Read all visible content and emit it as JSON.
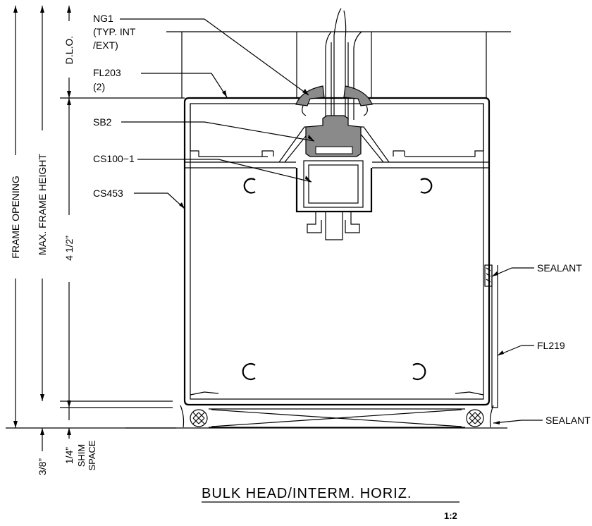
{
  "labels": {
    "ng1": "NG1",
    "ng1_note1": "(TYP. INT",
    "ng1_note2": "/EXT)",
    "fl203": "FL203",
    "fl203_qty": "(2)",
    "sb2": "SB2",
    "cs100": "CS100−1",
    "cs453": "CS453",
    "sealant_top": "SEALANT",
    "fl219": "FL219",
    "sealant_bottom": "SEALANT"
  },
  "dimensions": {
    "frame_opening": "FRAME OPENING",
    "max_frame_height": "MAX. FRAME HEIGHT",
    "height_value": "4 1/2”",
    "dlo": "D.L.O.",
    "bottom_gap": "3/8”",
    "shim_value": "1/4”",
    "shim_label1": "SHIM",
    "shim_label2": "SPACE"
  },
  "title": {
    "text": "BULK HEAD/INTERM. HORIZ.",
    "scale": "1:2"
  }
}
